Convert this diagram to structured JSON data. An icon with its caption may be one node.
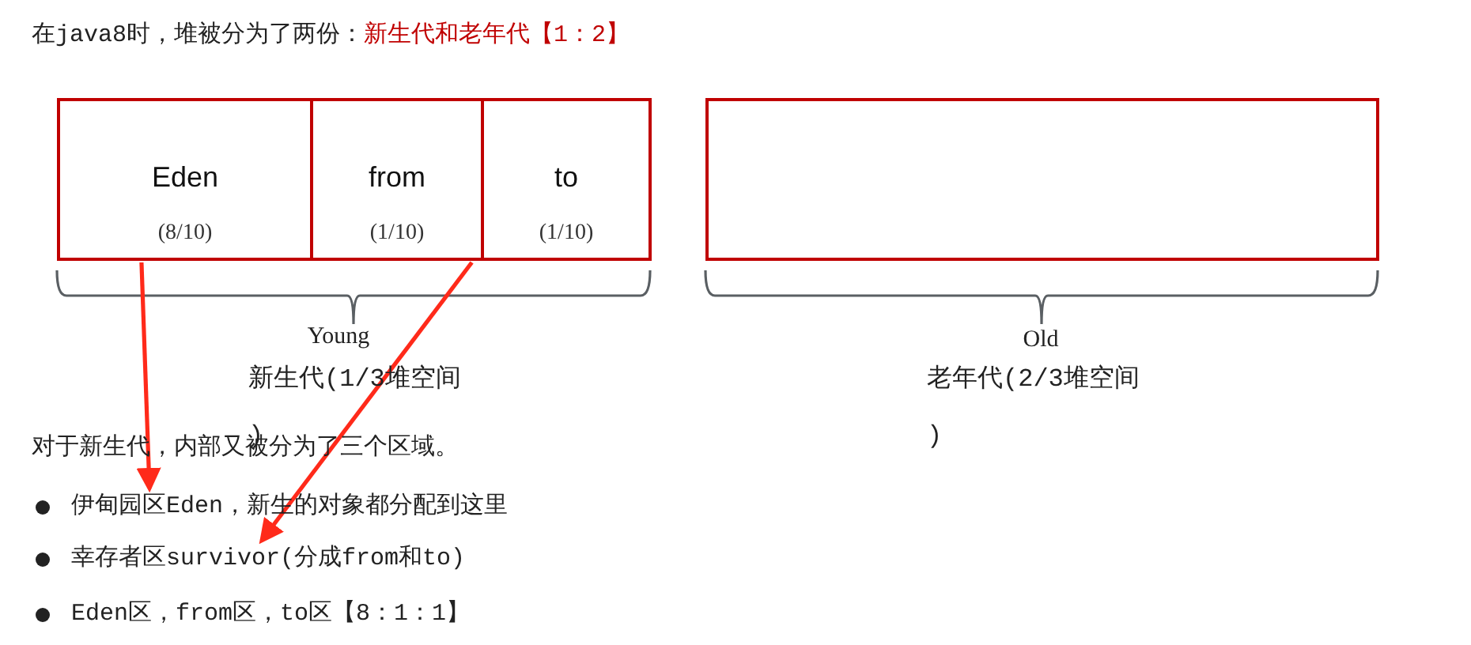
{
  "diagram": {
    "nodes": [
      {
        "text": [
          "Eden",
          "(8/10)"
        ]
      },
      {
        "text": [
          "from",
          "(1/10)"
        ]
      },
      {
        "text": [
          "to",
          "(1/10)"
        ]
      },
      {
        "text": [],
        "shape": "box"
      },
      {
        "text": [
          "伊甸园区Eden，新生的对象都分配到这里"
        ]
      },
      {
        "text": [
          "幸存者区survivor(分成from和to)"
        ]
      }
    ],
    "edges": [
      {
        "from": 0,
        "to": 4,
        "arrow": "to"
      },
      {
        "from": 1,
        "to": 5,
        "arrow": "to"
      }
    ],
    "labels": [
      "在java8时，堆被分为了两份：",
      "新生代和老年代【1：2】",
      "Young",
      "新生代(1/3堆空间 )",
      "Old",
      "老年代(2/3堆空间 )",
      "对于新生代，内部又被分为了三个区域。",
      "Eden区，from区，to区【8：1：1】"
    ]
  }
}
